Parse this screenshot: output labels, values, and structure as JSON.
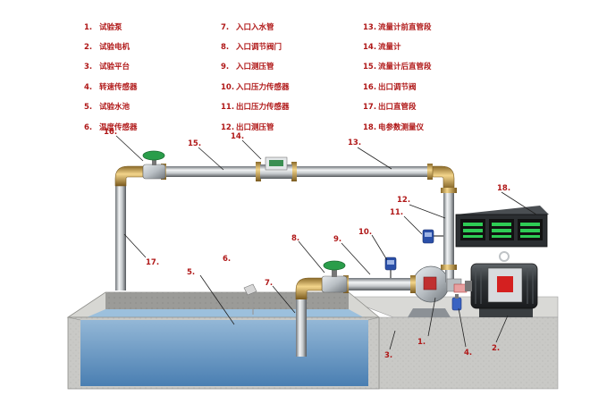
{
  "legend": [
    {
      "num": "1.",
      "label": "试验泵"
    },
    {
      "num": "2.",
      "label": "试验电机"
    },
    {
      "num": "3.",
      "label": "试验平台"
    },
    {
      "num": "4.",
      "label": "转速传感器"
    },
    {
      "num": "5.",
      "label": "试验水池"
    },
    {
      "num": "6.",
      "label": "温度传感器"
    },
    {
      "num": "7.",
      "label": "入口入水管"
    },
    {
      "num": "8.",
      "label": "入口调节阀门"
    },
    {
      "num": "9.",
      "label": "入口测压管"
    },
    {
      "num": "10.",
      "label": "入口压力传感器"
    },
    {
      "num": "11.",
      "label": "出口压力传感器"
    },
    {
      "num": "12.",
      "label": "出口测压管"
    },
    {
      "num": "13.",
      "label": "流量计前直管段"
    },
    {
      "num": "14.",
      "label": "流量计"
    },
    {
      "num": "15.",
      "label": "流量计后直管段"
    },
    {
      "num": "16.",
      "label": "出口调节阀"
    },
    {
      "num": "17.",
      "label": "出口直管段"
    },
    {
      "num": "18.",
      "label": "电参数测量仪"
    }
  ],
  "callouts": [
    "1.",
    "2.",
    "3.",
    "4.",
    "5.",
    "6.",
    "7.",
    "8.",
    "9.",
    "10.",
    "11.",
    "12.",
    "13.",
    "14.",
    "15.",
    "16.",
    "17.",
    "18."
  ]
}
